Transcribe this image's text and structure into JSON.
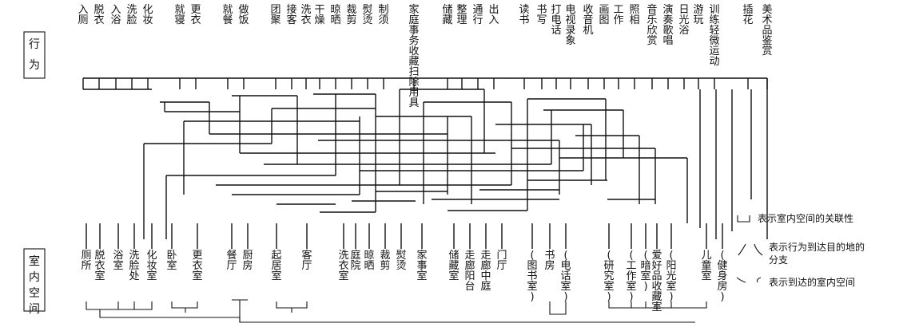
{
  "side_labels": {
    "behavior": "行为",
    "space": "室内空间"
  },
  "behaviors": [
    {
      "name": "behavior-toilet",
      "label": "入厕"
    },
    {
      "name": "behavior-undress",
      "label": "脱衣"
    },
    {
      "name": "behavior-bathe",
      "label": "入浴"
    },
    {
      "name": "behavior-wash-face",
      "label": "洗脸"
    },
    {
      "name": "behavior-makeup",
      "label": "化妆"
    },
    {
      "name": "behavior-sleep",
      "label": "就寝"
    },
    {
      "name": "behavior-change",
      "label": "更衣"
    },
    {
      "name": "behavior-dine",
      "label": "就餐"
    },
    {
      "name": "behavior-cook",
      "label": "做饭"
    },
    {
      "name": "behavior-gather",
      "label": "团聚"
    },
    {
      "name": "behavior-receive-guests",
      "label": "接客"
    },
    {
      "name": "behavior-launder",
      "label": "洗衣"
    },
    {
      "name": "behavior-dry",
      "label": "干燥"
    },
    {
      "name": "behavior-sun-dry",
      "label": "晾晒"
    },
    {
      "name": "behavior-tailor",
      "label": "裁剪"
    },
    {
      "name": "behavior-iron",
      "label": "熨烫"
    },
    {
      "name": "behavior-must",
      "label": "制须"
    },
    {
      "name": "behavior-housework",
      "label": "家庭事务 收藏扫除用具"
    },
    {
      "name": "behavior-store",
      "label": "储藏"
    },
    {
      "name": "behavior-tidy",
      "label": "整理"
    },
    {
      "name": "behavior-pass",
      "label": "通行"
    },
    {
      "name": "behavior-enter-exit",
      "label": "出入"
    },
    {
      "name": "behavior-read",
      "label": "读书"
    },
    {
      "name": "behavior-write",
      "label": "书写"
    },
    {
      "name": "behavior-phone",
      "label": "打电话"
    },
    {
      "name": "behavior-tv",
      "label": "电视录象"
    },
    {
      "name": "behavior-radio",
      "label": "收音机"
    },
    {
      "name": "behavior-draw",
      "label": "画图"
    },
    {
      "name": "behavior-work",
      "label": "工作"
    },
    {
      "name": "behavior-photo",
      "label": "照相"
    },
    {
      "name": "behavior-music",
      "label": "音乐欣赏"
    },
    {
      "name": "behavior-perform",
      "label": "演奏歌唱"
    },
    {
      "name": "behavior-sunbathe",
      "label": "日光浴"
    },
    {
      "name": "behavior-play",
      "label": "游玩"
    },
    {
      "name": "behavior-exercise",
      "label": "训练 轻微运动"
    },
    {
      "name": "behavior-flower",
      "label": "插花"
    },
    {
      "name": "behavior-art",
      "label": "美术品鉴赏"
    }
  ],
  "spaces": [
    {
      "name": "space-toilet",
      "label": "厕所"
    },
    {
      "name": "space-dressing-room",
      "label": "脱衣室"
    },
    {
      "name": "space-bathroom",
      "label": "浴室"
    },
    {
      "name": "space-washroom",
      "label": "洗脸处"
    },
    {
      "name": "space-vanity",
      "label": "化妆室"
    },
    {
      "name": "space-bedroom",
      "label": "卧室"
    },
    {
      "name": "space-wardrobe",
      "label": "更衣室"
    },
    {
      "name": "space-dining",
      "label": "餐厅"
    },
    {
      "name": "space-kitchen",
      "label": "厨房"
    },
    {
      "name": "space-living",
      "label": "起居室"
    },
    {
      "name": "space-guest",
      "label": "客厅"
    },
    {
      "name": "space-laundry",
      "label": "洗衣室"
    },
    {
      "name": "space-courtyard",
      "label": "庭院"
    },
    {
      "name": "space-drying",
      "label": "晾晒"
    },
    {
      "name": "space-tailoring",
      "label": "裁剪"
    },
    {
      "name": "space-ironing",
      "label": "熨烫"
    },
    {
      "name": "space-housework",
      "label": "家事室"
    },
    {
      "name": "space-storage",
      "label": "储藏室"
    },
    {
      "name": "space-corridor-balcony",
      "label": "走廊阳台"
    },
    {
      "name": "space-corridor-court",
      "label": "走廊中庭"
    },
    {
      "name": "space-hall",
      "label": "门厅"
    },
    {
      "name": "space-library",
      "label": "(图书室)"
    },
    {
      "name": "space-study",
      "label": "书房"
    },
    {
      "name": "space-phone",
      "label": "(电话室)"
    },
    {
      "name": "space-research",
      "label": "(研究室)"
    },
    {
      "name": "space-workroom",
      "label": "(工作室)"
    },
    {
      "name": "space-darkroom",
      "label": "(暗室)"
    },
    {
      "name": "space-hobby",
      "label": "爱好品收藏室"
    },
    {
      "name": "space-sunroom",
      "label": "(阳光室)"
    },
    {
      "name": "space-kids",
      "label": "儿童室"
    },
    {
      "name": "space-gym",
      "label": "(健身房)"
    }
  ],
  "legend": [
    {
      "name": "legend-association",
      "text": "表示室内空间的关联性"
    },
    {
      "name": "legend-branch",
      "text": "表示行为到达目的地的分支"
    },
    {
      "name": "legend-arrive",
      "text": "表示到达的室内空间"
    }
  ]
}
